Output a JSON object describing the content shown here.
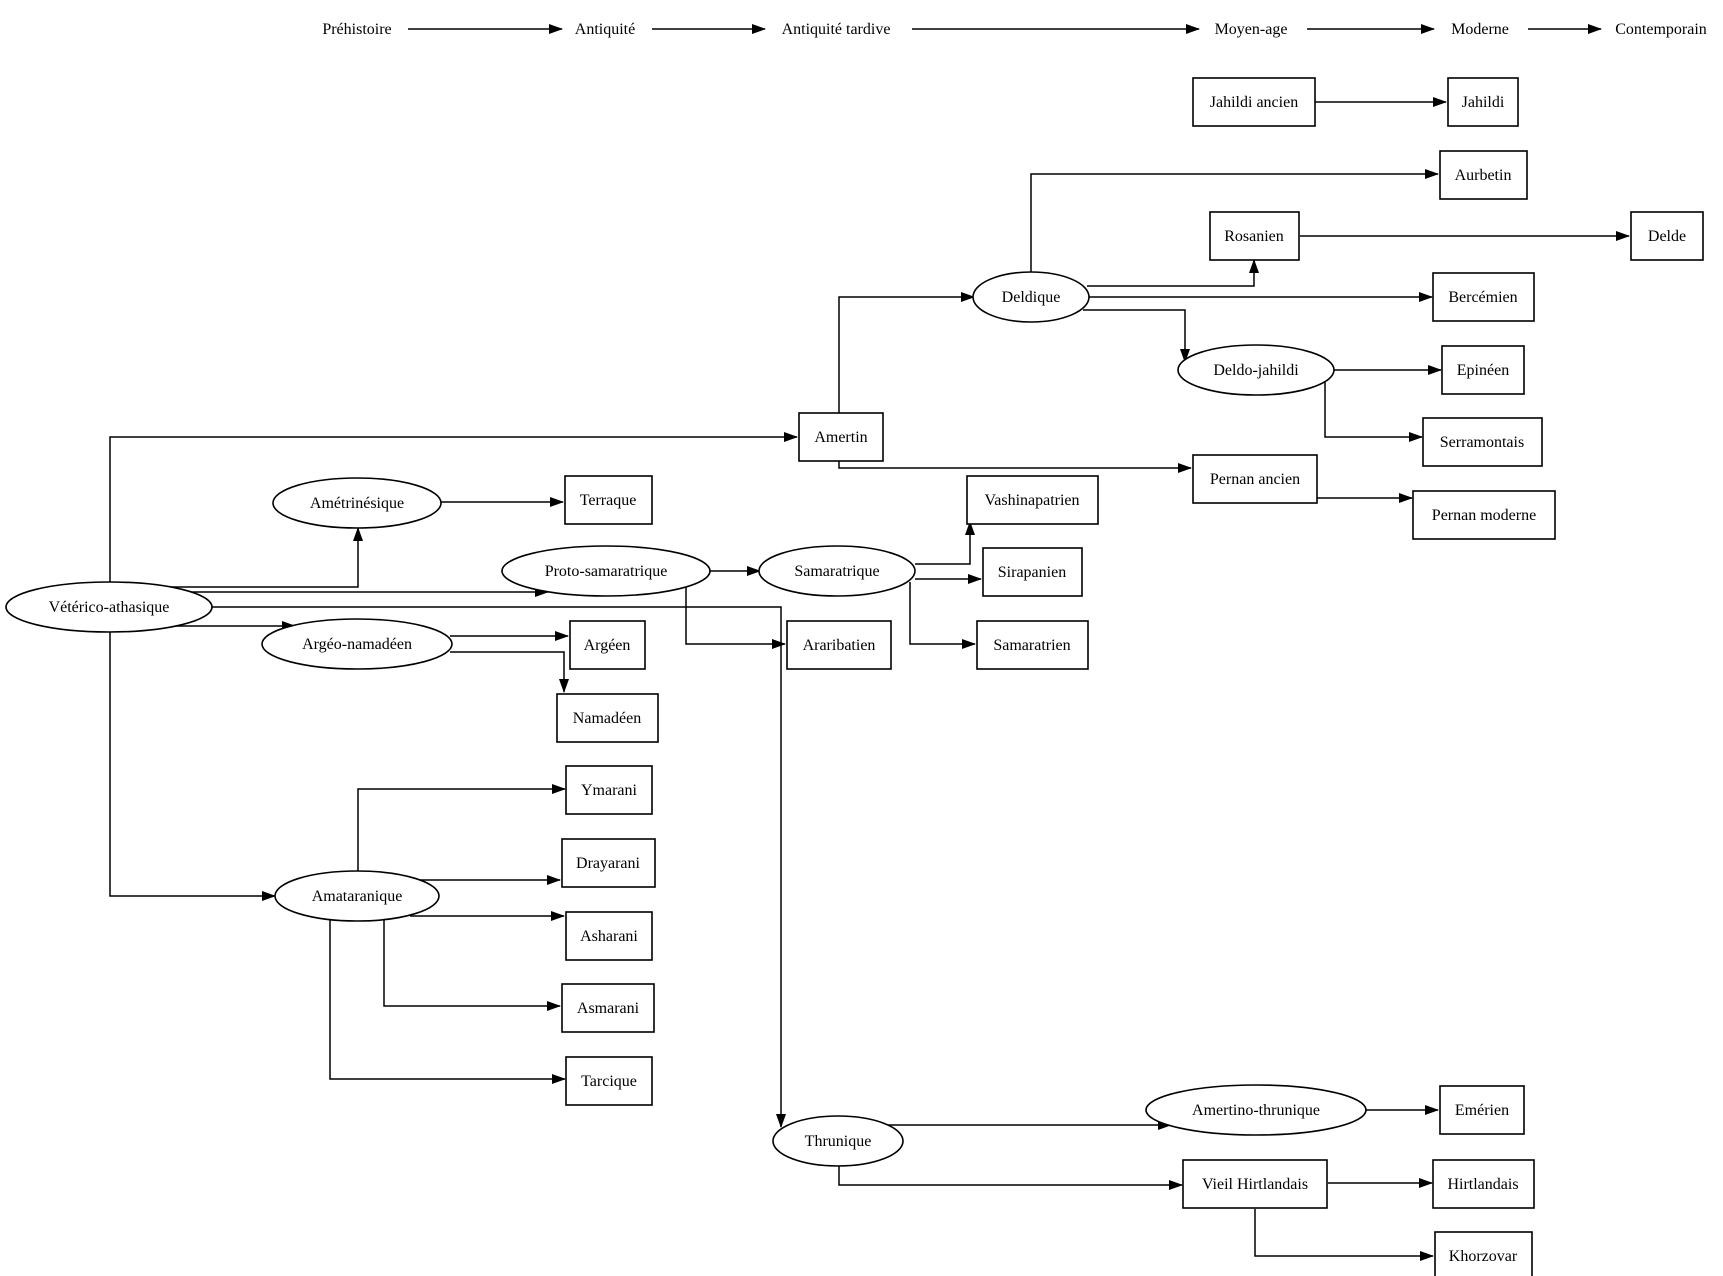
{
  "timeline": [
    "Préhistoire",
    "Antiquité",
    "Antiquité tardive",
    "Moyen-age",
    "Moderne",
    "Contemporain"
  ],
  "nodes": {
    "veterico": "Vétérico-athasique",
    "ametrinesique": "Amétrinésique",
    "terraque": "Terraque",
    "proto_samaratrique": "Proto-samaratrique",
    "samaratrique": "Samaratrique",
    "argeo_namadeen": "Argéo-namadéen",
    "argeen": "Argéen",
    "namadeen": "Namadéen",
    "amataranique": "Amataranique",
    "ymarani": "Ymarani",
    "drayarani": "Drayarani",
    "asharani": "Asharani",
    "asmarani": "Asmarani",
    "tarcique": "Tarcique",
    "amertin": "Amertin",
    "araribatien": "Araribatien",
    "thrunique": "Thrunique",
    "deldique": "Deldique",
    "vashinapatrien": "Vashinapatrien",
    "sirapanien": "Sirapanien",
    "samaratrien": "Samaratrien",
    "jahildi_ancien": "Jahildi ancien",
    "rosanien": "Rosanien",
    "deldo_jahildi": "Deldo-jahildi",
    "pernan_ancien": "Pernan ancien",
    "amertino_thrunique": "Amertino-thrunique",
    "vieil_hirtlandais": "Vieil Hirtlandais",
    "jahildi": "Jahildi",
    "aurbetin": "Aurbetin",
    "bercemien": "Bercémien",
    "epineen": "Epinéen",
    "serramontais": "Serramontais",
    "pernan_moderne": "Pernan moderne",
    "emerien": "Emérien",
    "hirtlandais": "Hirtlandais",
    "khorzovar": "Khorzovar",
    "delde": "Delde"
  }
}
